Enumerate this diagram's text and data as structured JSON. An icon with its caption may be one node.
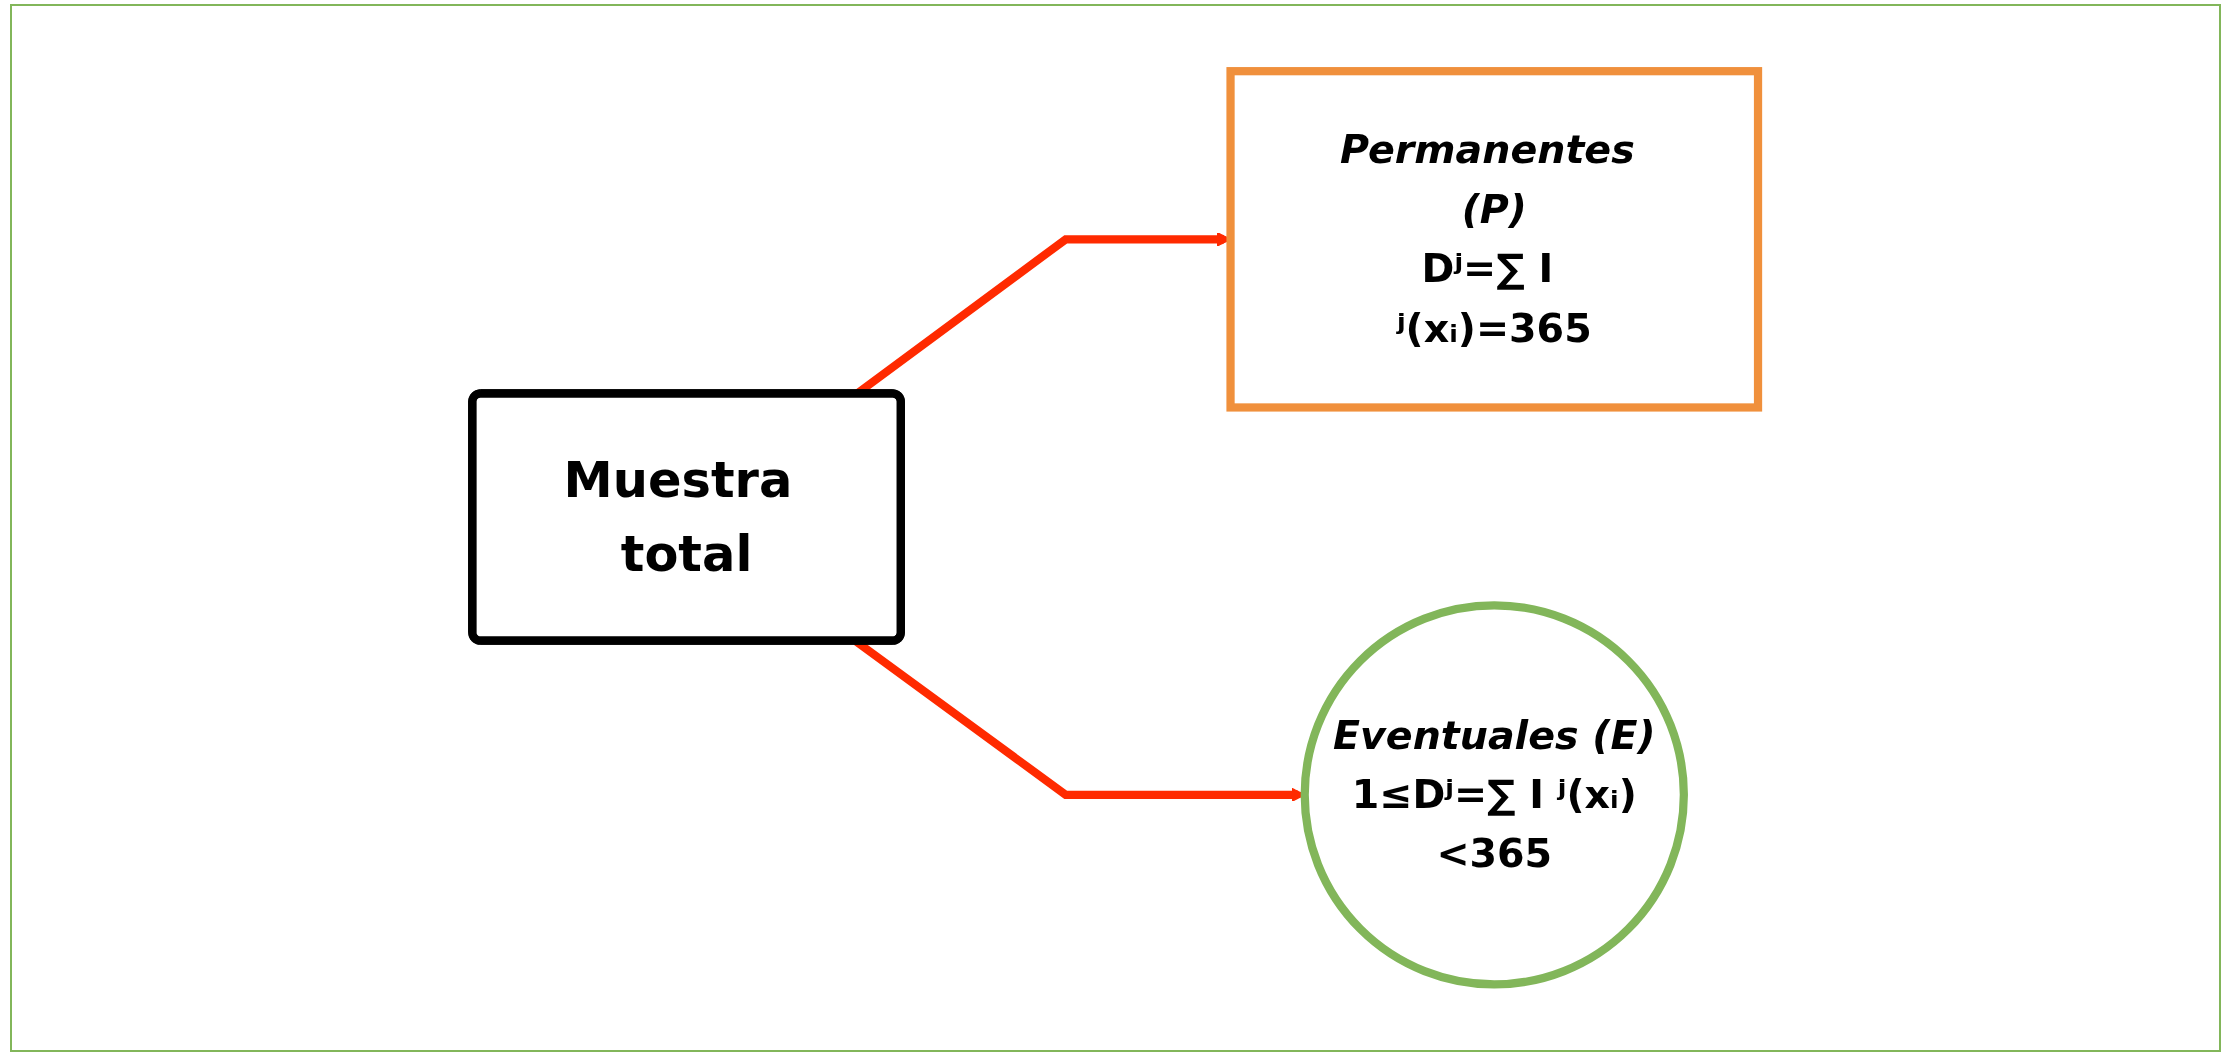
{
  "diagram": {
    "nodes": [
      {
        "text": [
          "Muestra total"
        ]
      },
      {
        "text": [
          "Permanentes (P)",
          "Dʲ=∑ I ʲ(xᵢ)=365"
        ]
      },
      {
        "text": [
          "Eventuales (E)",
          "1≤Dʲ=∑ I ʲ(xᵢ)<365"
        ]
      }
    ],
    "edges": [
      {
        "from": 0,
        "to": 1,
        "arrow": "to"
      },
      {
        "from": 0,
        "to": 2,
        "arrow": "to"
      }
    ]
  }
}
